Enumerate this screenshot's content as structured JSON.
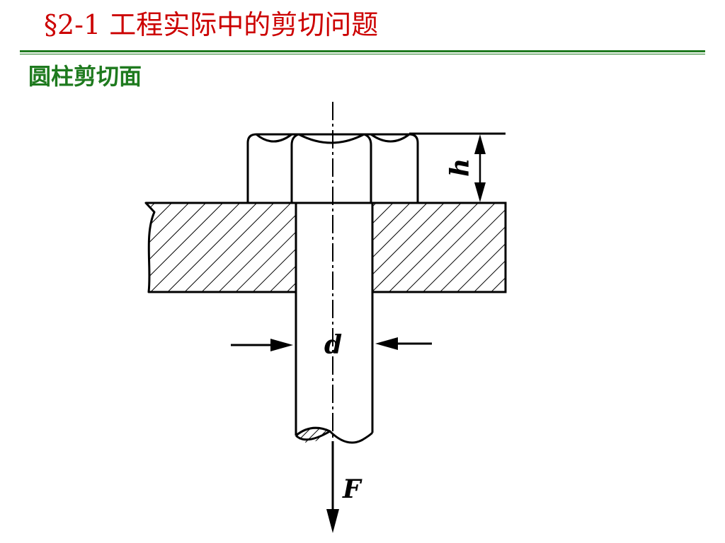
{
  "slide": {
    "title": "§2-1 工程实际中的剪切问题",
    "subtitle": "圆柱剪切面"
  },
  "figure": {
    "labels": {
      "height": "h",
      "diameter": "d",
      "force": "F"
    }
  },
  "colors": {
    "title": "#cc0000",
    "subtitle": "#1e7a1e",
    "rule": "#1f7a1f",
    "ink": "#000000"
  }
}
